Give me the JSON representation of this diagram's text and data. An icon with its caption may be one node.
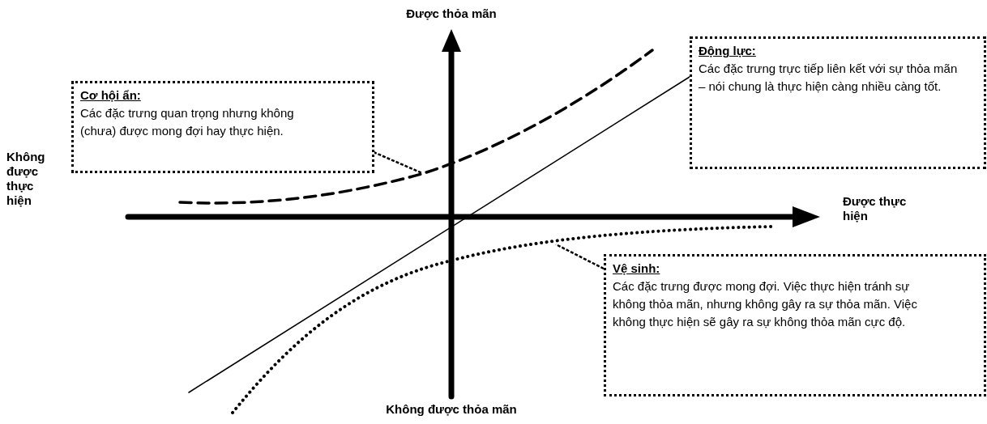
{
  "diagram": {
    "nodes": [
      {
        "text": [
          "Cơ hội ẩn:",
          "Các đặc trưng quan trọng nhưng không (chưa) được mong đợi hay thực hiện."
        ]
      },
      {
        "text": [
          "Động lực:",
          "Các đặc trưng trực tiếp liên kết với sự thỏa mãn – nói chung là thực hiện càng nhiều càng tốt."
        ]
      },
      {
        "text": [
          "Vệ sinh:",
          "Các đặc trưng được mong đợi. Việc thực hiện tránh sự không thỏa mãn, nhưng không gây ra sự thỏa mãn. Việc không thực hiện sẽ gây ra sự không thỏa mãn cực độ."
        ]
      },
      {
        "text": [],
        "shape": "curve"
      },
      {
        "text": [],
        "shape": "line"
      },
      {
        "text": [],
        "shape": "curve"
      }
    ],
    "edges": [
      {
        "from": 0,
        "to": 3,
        "arrow": "none",
        "style": "dashed"
      },
      {
        "from": 2,
        "to": 5,
        "arrow": "none",
        "style": "dashed"
      }
    ],
    "labels": [
      "Được thỏa mãn",
      "Không được thực hiện",
      "Được thực hiện",
      "Không được thỏa mãn"
    ]
  }
}
